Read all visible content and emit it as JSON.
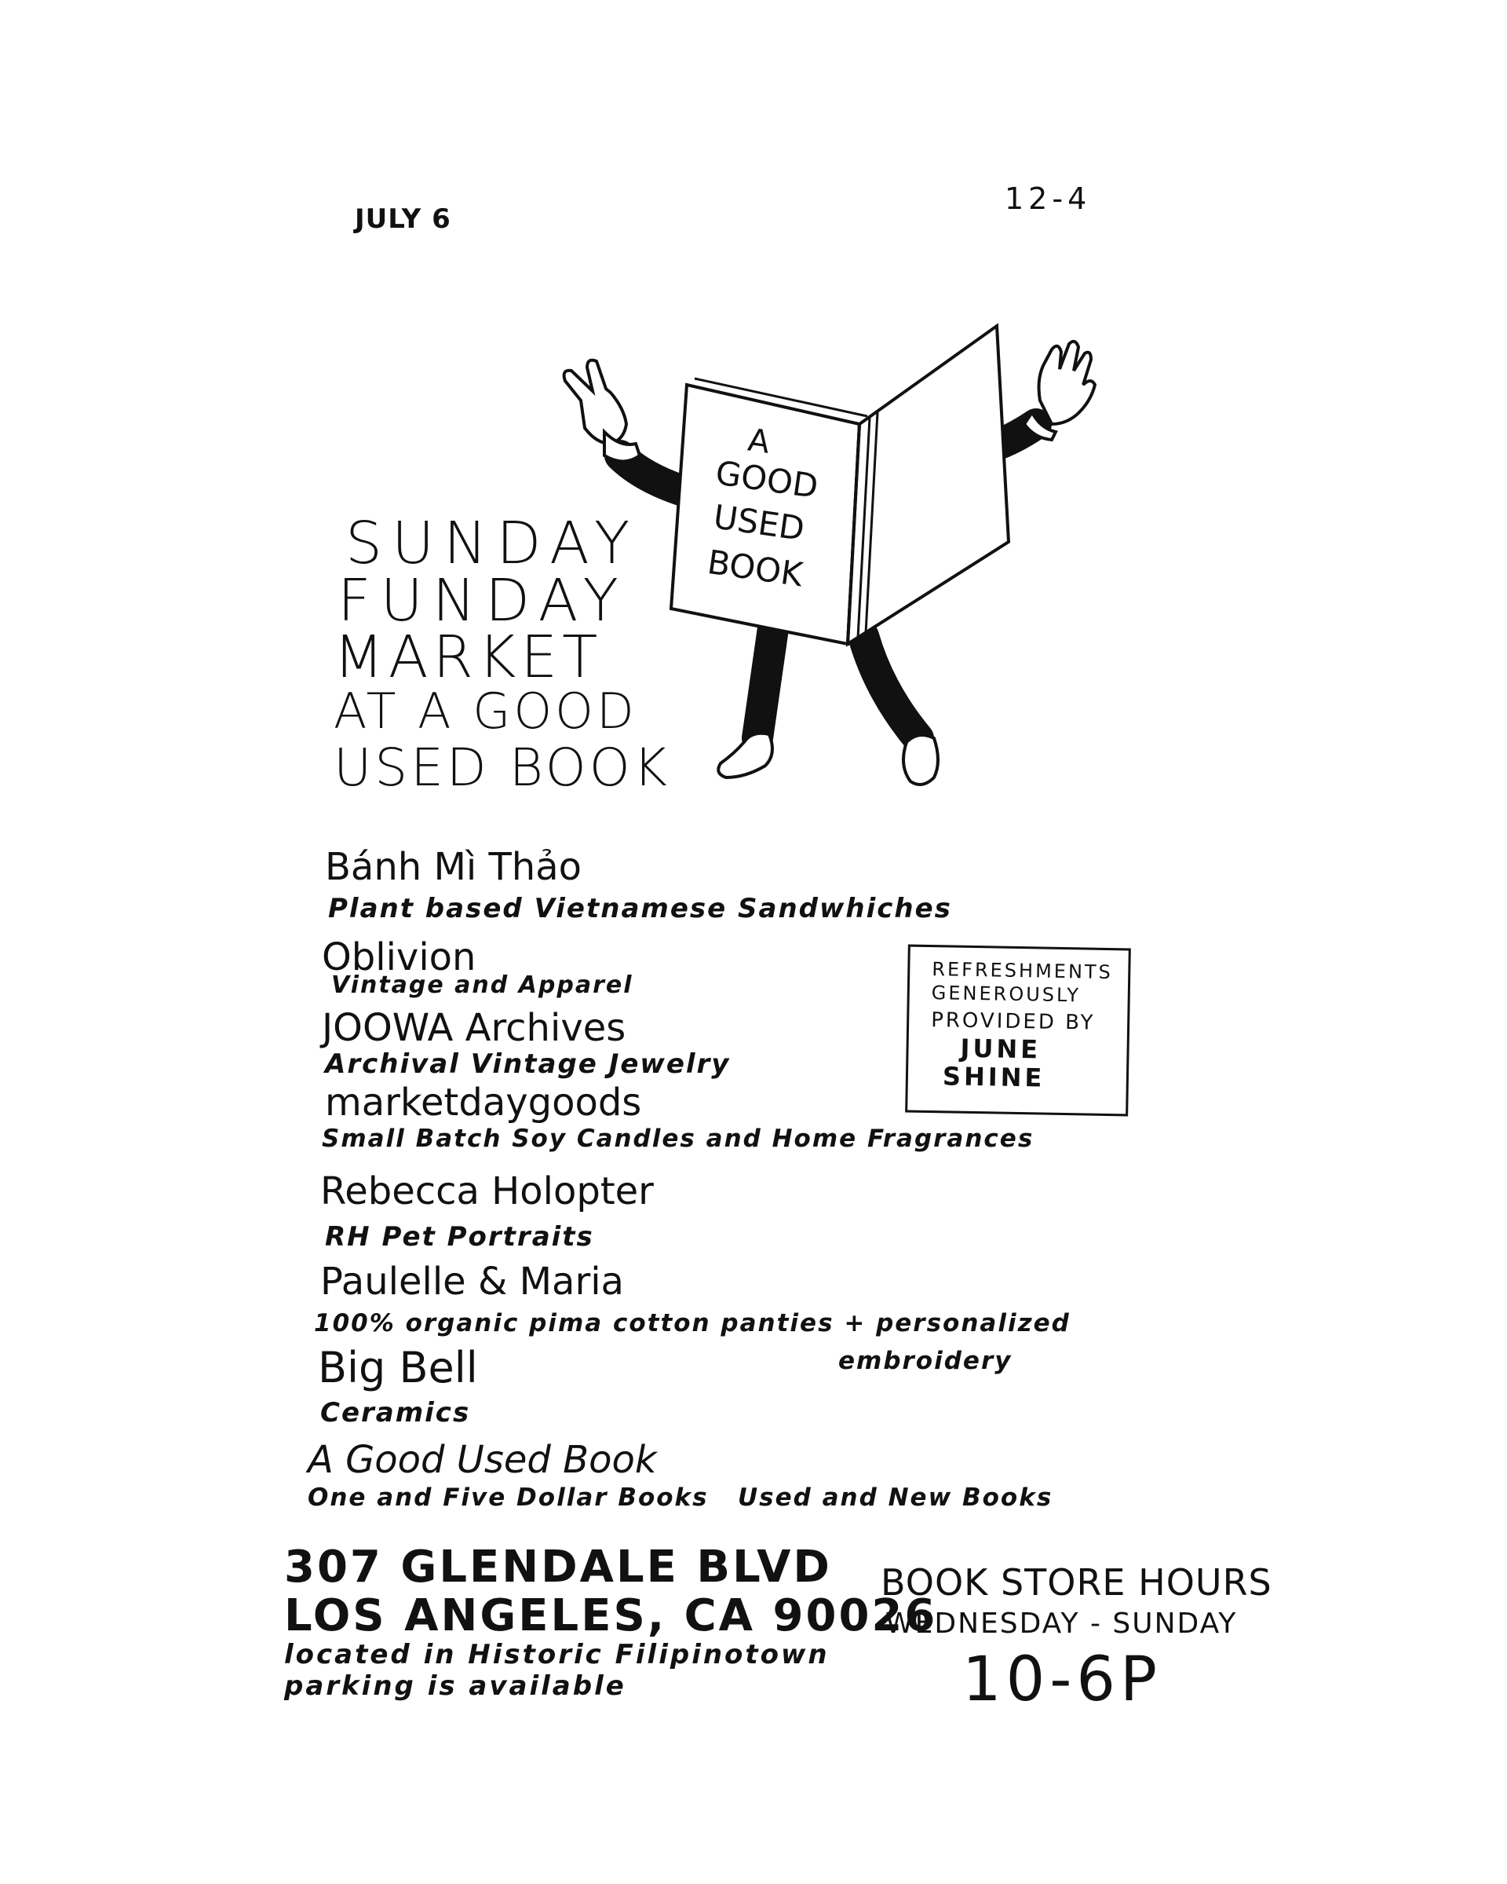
{
  "header": {
    "date": "JULY 6",
    "time": "12-4"
  },
  "title": {
    "lines": [
      "SUNDAY",
      "FUNDAY",
      "MARKET",
      "AT A GOOD",
      "USED BOOK"
    ]
  },
  "mascot": {
    "book_lines": [
      "A",
      "GOOD",
      "USED",
      "BOOK"
    ],
    "icon": "walking-book-mascot"
  },
  "vendors": [
    {
      "name": "Bánh Mì Thảo",
      "desc": "Plant based Vietnamese Sandwhiches"
    },
    {
      "name": "Oblivion",
      "desc": "Vintage and Apparel"
    },
    {
      "name": "JOOWA Archives",
      "desc": "Archival Vintage Jewelry"
    },
    {
      "name": "marketdaygoods",
      "desc": "Small Batch Soy Candles and Home Fragrances"
    },
    {
      "name": "Rebecca Holopter",
      "desc": "RH Pet Portraits"
    },
    {
      "name": "Paulelle & Maria",
      "desc": "100% organic pima cotton panties + personalized",
      "desc2": "embroidery"
    },
    {
      "name": "Big Bell",
      "desc": "Ceramics"
    },
    {
      "name": "A Good Used Book",
      "desc": "One and Five Dollar Books",
      "desc2": "Used and New Books"
    }
  ],
  "refreshments": {
    "lines": [
      "REFRESHMENTS",
      "GENEROUSLY",
      "PROVIDED BY"
    ],
    "sponsor_lines": [
      "JUNE",
      "SHINE"
    ]
  },
  "address": {
    "street": "307 GLENDALE BLVD",
    "city": "LOS ANGELES, CA 90026",
    "note1": "located in Historic Filipinotown",
    "note2": "parking is available"
  },
  "hours": {
    "heading": "BOOK STORE HOURS",
    "days": "WEDNESDAY - SUNDAY",
    "time": "10-6P"
  },
  "colors": {
    "ink": "#111111",
    "paper": "#ffffff"
  }
}
